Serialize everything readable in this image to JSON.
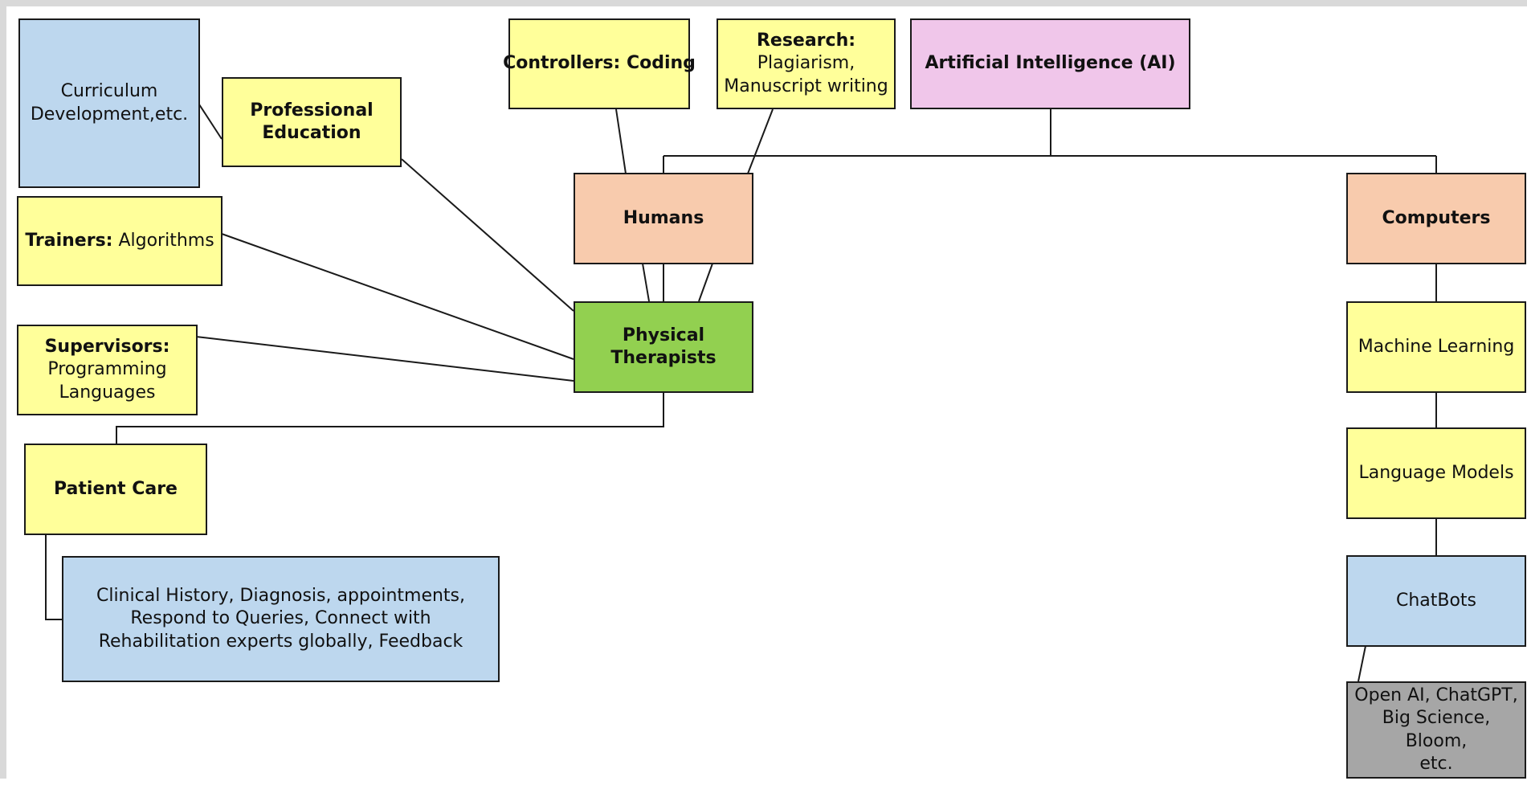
{
  "nodes": {
    "ai": {
      "text": "Artificial Intelligence (AI)"
    },
    "humans": {
      "text": "Humans"
    },
    "computers": {
      "text": "Computers"
    },
    "physical_therapists": {
      "text": "Physical Therapists"
    },
    "controllers": {
      "label": "Controllers:",
      "text": "Coding"
    },
    "research": {
      "label": "Research:",
      "line1": "Plagiarism,",
      "line2": "Manuscript writing"
    },
    "professional_education": {
      "line1": "Professional",
      "line2": "Education"
    },
    "curriculum": {
      "line1": "Curriculum",
      "line2": "Development,etc."
    },
    "trainers": {
      "label": "Trainers:",
      "text": "Algorithms"
    },
    "supervisors": {
      "label": "Supervisors:",
      "line1": "Programming",
      "line2": "Languages"
    },
    "patient_care": {
      "text": "Patient Care"
    },
    "clinical": {
      "line1": "Clinical History, Diagnosis, appointments,",
      "line2": "Respond to Queries, Connect with",
      "line3": "Rehabilitation experts globally, Feedback"
    },
    "machine_learning": {
      "text": "Machine Learning"
    },
    "language_models": {
      "text": "Language Models"
    },
    "chatbots": {
      "text": "ChatBots"
    },
    "examples": {
      "line1": "Open AI, ChatGPT,",
      "line2": "Big Science, Bloom,",
      "line3": "etc."
    }
  },
  "colors": {
    "yellow": "#ffff9a",
    "blue": "#bdd7ee",
    "peach": "#f8cbad",
    "pink": "#f0c6ea",
    "green": "#92d050",
    "gray": "#a6a6a6"
  }
}
